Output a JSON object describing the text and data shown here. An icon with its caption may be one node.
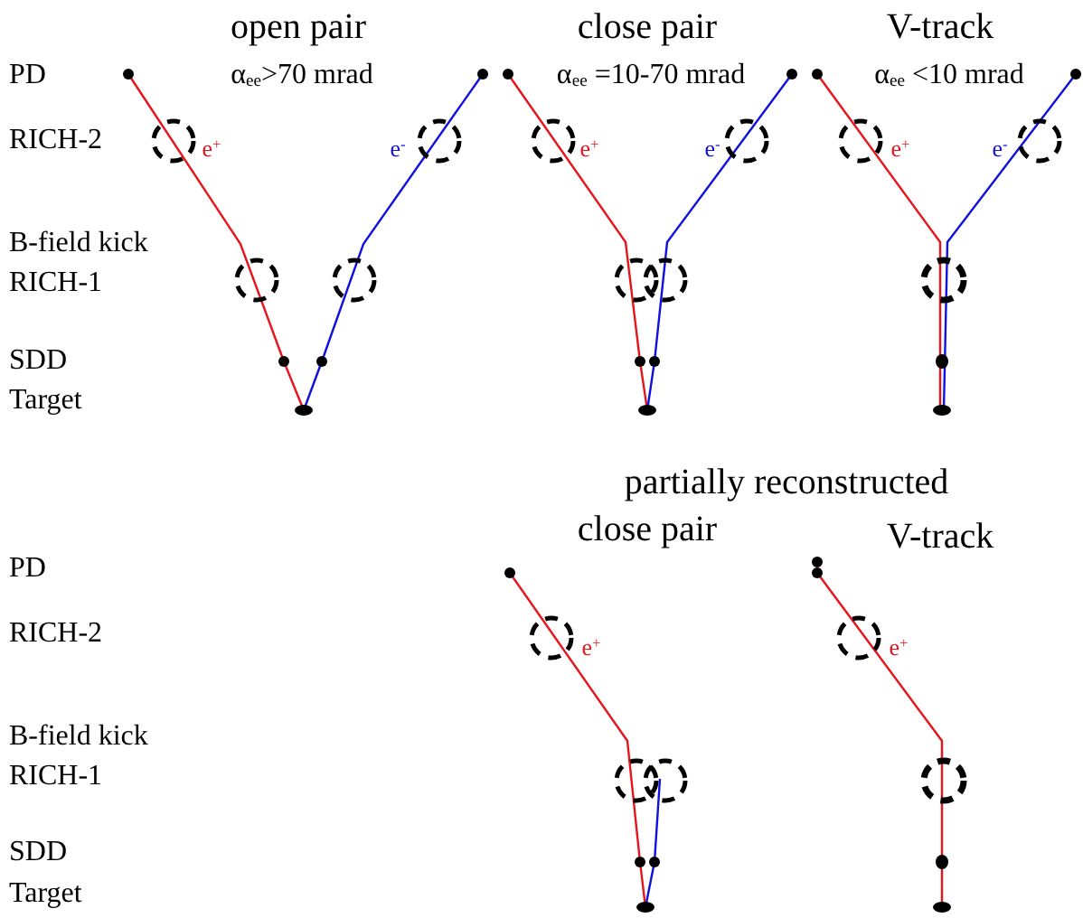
{
  "diagram": {
    "labels": [
      "open pair",
      "close pair",
      "V-track",
      "PD",
      "α$_{ee}$>70 mrad",
      "α$_{ee}$ =10-70 mrad",
      "α$_{ee}$ <10 mrad",
      "RICH-2",
      "e$^{+}$",
      "e$^{-}$",
      "e$^{+}$",
      "e$^{-}$",
      "e$^{+}$",
      "e$^{-}$",
      "B-field kick",
      "RICH-1",
      "SDD",
      "Target",
      "partially reconstructed",
      "close pair",
      "V-track",
      "PD",
      "RICH-2",
      "e$^{+}$",
      "e$^{+}$",
      "B-field kick",
      "RICH-1",
      "SDD",
      "Target"
    ]
  }
}
